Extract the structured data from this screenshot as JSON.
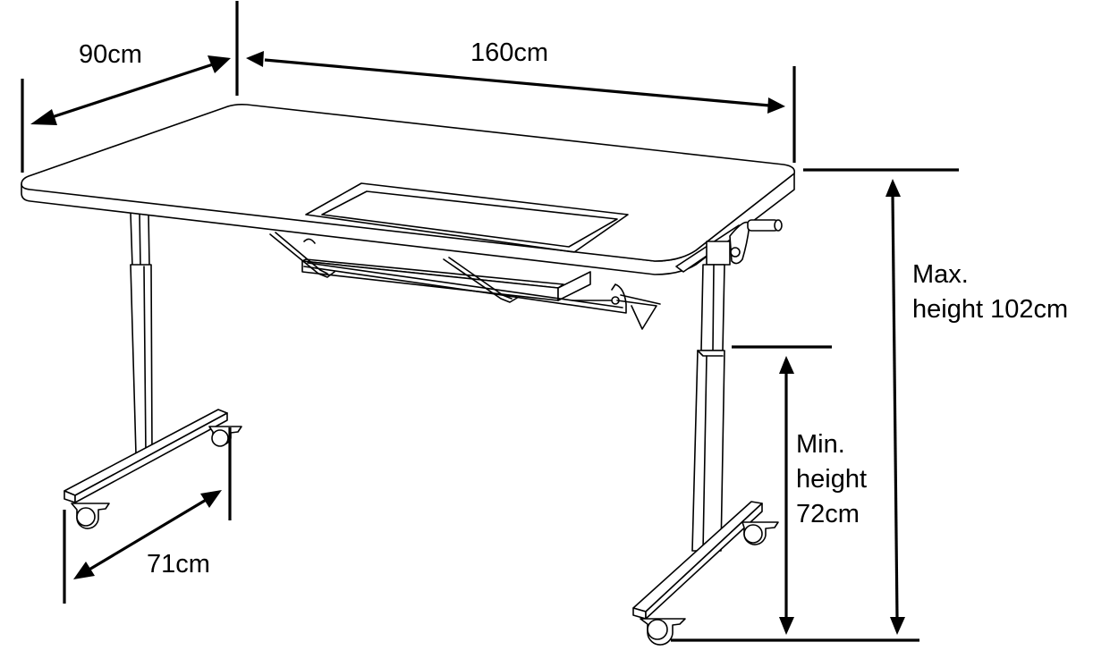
{
  "diagram": {
    "subject": "Height-adjustable table with castors",
    "colors": {
      "line": "#000000",
      "background": "#ffffff"
    },
    "dimensions": {
      "depth": {
        "label": "90cm"
      },
      "width": {
        "label": "160cm"
      },
      "max_height": {
        "line1": "Max.",
        "line2": "height 102cm"
      },
      "min_height": {
        "line1": "Min.",
        "line2": "height",
        "line3": "72cm"
      },
      "base_length": {
        "label": "71cm"
      }
    },
    "components": [
      "tabletop",
      "insert-opening",
      "under-shelf",
      "wire-rack",
      "crank-handle",
      "telescopic-legs",
      "foot-bars",
      "castors"
    ]
  }
}
